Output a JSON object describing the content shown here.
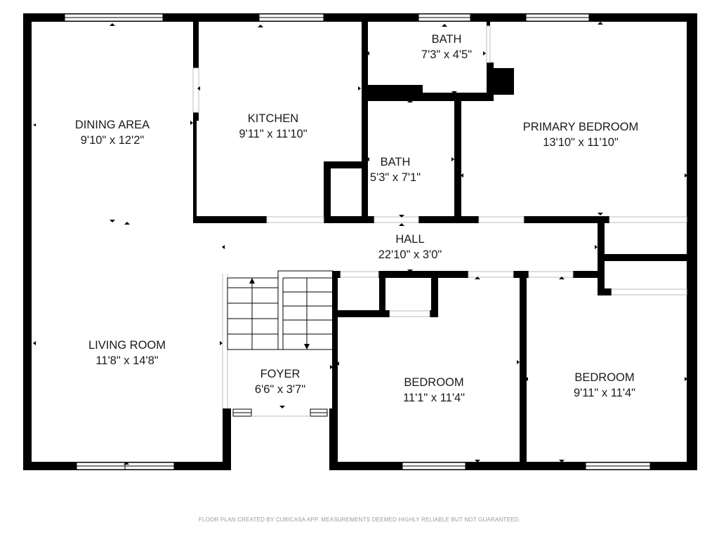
{
  "rooms": [
    {
      "id": "dining",
      "name": "DINING AREA",
      "dims": "9'10\" x 12'2\""
    },
    {
      "id": "kitchen",
      "name": "KITCHEN",
      "dims": "9'11\" x 11'10\""
    },
    {
      "id": "bath-upper",
      "name": "BATH",
      "dims": "7'3\" x 4'5\""
    },
    {
      "id": "primary-bedroom",
      "name": "PRIMARY BEDROOM",
      "dims": "13'10\" x 11'10\""
    },
    {
      "id": "bath-lower",
      "name": "BATH",
      "dims": "5'3\" x 7'1\""
    },
    {
      "id": "hall",
      "name": "HALL",
      "dims": "22'10\" x 3'0\""
    },
    {
      "id": "living",
      "name": "LIVING ROOM",
      "dims": "11'8\" x 14'8\""
    },
    {
      "id": "foyer",
      "name": "FOYER",
      "dims": "6'6\" x 3'7\""
    },
    {
      "id": "bedroom-2",
      "name": "BEDROOM",
      "dims": "11'1\" x 11'4\""
    },
    {
      "id": "bedroom-3",
      "name": "BEDROOM",
      "dims": "9'11\" x 11'4\""
    }
  ],
  "footer": {
    "disclaimer": "FLOOR PLAN CREATED BY CUBICASA APP. MEASUREMENTS DEEMED HIGHLY RELIABLE BUT NOT GUARANTEED."
  }
}
